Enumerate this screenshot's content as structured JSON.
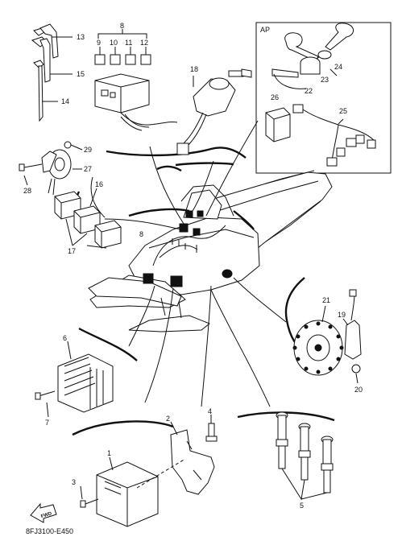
{
  "kit_label": "AP",
  "diagram_code": "8FJ3100-E450",
  "fwd_label": "FWD",
  "callouts": {
    "c1": "1",
    "c2": "2",
    "c3": "3",
    "c4": "4",
    "c5": "5",
    "c6": "6",
    "c7": "7",
    "c8a": "8",
    "c8b": "8",
    "c9": "9",
    "c10": "10",
    "c11": "11",
    "c12": "12",
    "c13": "13",
    "c14": "14",
    "c15": "15",
    "c16": "16",
    "c17": "17",
    "c18": "18",
    "c19": "19",
    "c20": "20",
    "c21": "21",
    "c22": "22",
    "c23": "23",
    "c24": "24",
    "c25": "25",
    "c26": "26",
    "c27": "27",
    "c28": "28",
    "c29": "29"
  }
}
